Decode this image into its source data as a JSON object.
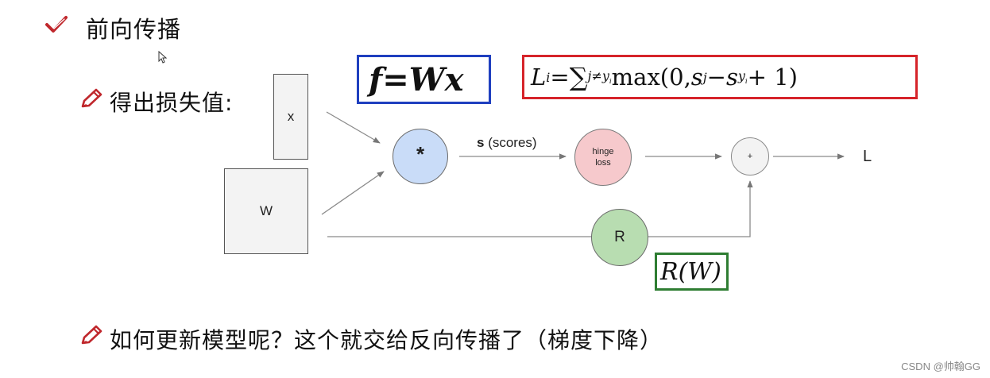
{
  "heading": "前向传播",
  "bullet1": "得出损失值:",
  "bullet2": "如何更新模型呢？这个就交给反向传播了（梯度下降）",
  "diagram": {
    "input_x": "x",
    "input_w": "W",
    "multiply_node": "*",
    "scores_bold": "s",
    "scores_rest": " (scores)",
    "hinge_line1": "hinge",
    "hinge_line2": "loss",
    "add_node": "+",
    "reg_node": "R",
    "output": "L"
  },
  "formulas": {
    "f_lhs": "f",
    "equals": " = ",
    "f_rhs": "Wx",
    "loss_lhs": "L",
    "loss_sub": "i",
    "loss_sum": "∑",
    "loss_sum_sub": "j≠y",
    "loss_sum_sub2": "i",
    "loss_max": " max(0, ",
    "loss_s": "s",
    "loss_s_sub": "j",
    "loss_minus": " − ",
    "loss_sy": "s",
    "loss_sy_sub": "y",
    "loss_sy_sub2": "i",
    "loss_tail": " + 1)",
    "reg": "R(W)"
  },
  "watermark": "CSDN @帅翰GG",
  "colors": {
    "check": "#c0282d",
    "pencil": "#c0282d",
    "multiply_fill": "#c9dcf8",
    "hinge_fill": "#f6c9cc",
    "add_fill": "#f3f3f3",
    "reg_fill": "#b8ddb1",
    "f_border": "#1f3fbf",
    "loss_border": "#d6242a",
    "reg_border": "#2e7d32"
  }
}
